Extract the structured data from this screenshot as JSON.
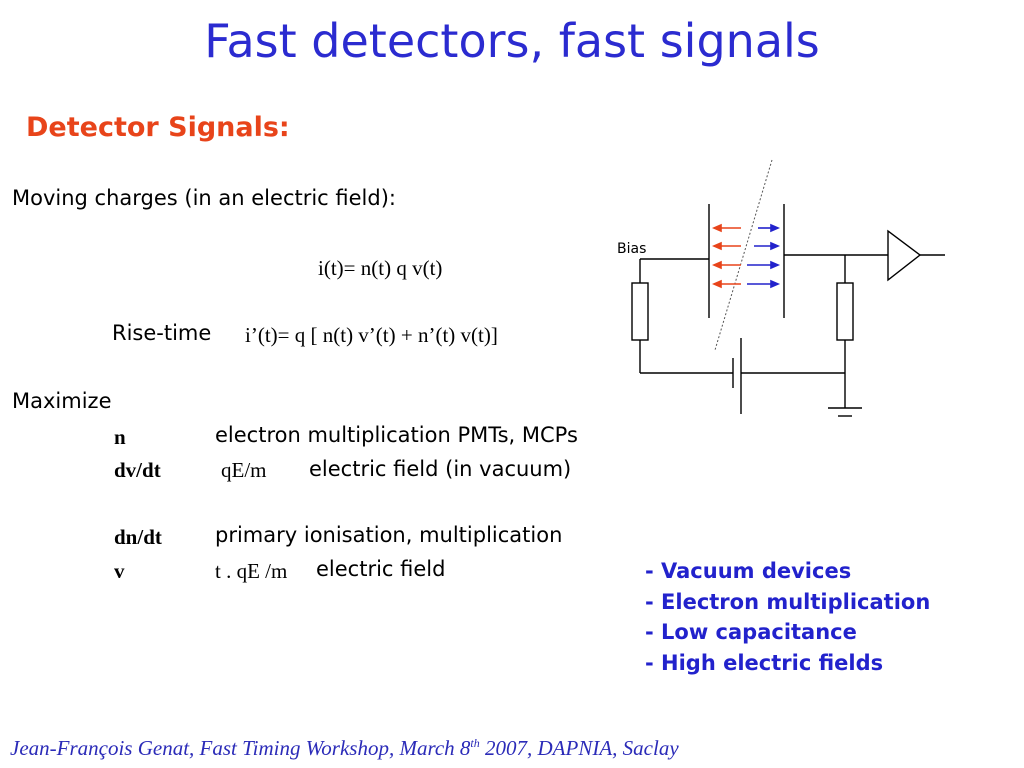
{
  "slide": {
    "title": "Fast detectors, fast signals",
    "subtitle": "Detector Signals:",
    "intro": "Moving charges (in an electric field):",
    "equation1": "i(t)= n(t) q v(t)",
    "rise_time_label": "Rise-time",
    "equation2": "i’(t)= q [ n(t) v’(t)  +   n’(t) v(t)]",
    "maximize_label": "Maximize",
    "rows": [
      {
        "term": "n",
        "formula": "",
        "desc": "electron multiplication    PMTs, MCPs"
      },
      {
        "term": "dv/dt",
        "formula": "qE/m",
        "desc": "electric field (in vacuum)"
      },
      {
        "term": "dn/dt",
        "formula": "",
        "desc": "primary ionisation, multiplication"
      },
      {
        "term": "v",
        "formula": "t . qE /m",
        "desc": "electric field"
      }
    ],
    "bullets": [
      "- Vacuum devices",
      "- Electron multiplication",
      "- Low capacitance",
      "- High electric fields"
    ],
    "footer": {
      "text": "Jean-François  Genat,   Fast Timing Workshop, March 8",
      "superscript": "th",
      "text_after": " 2007, DAPNIA, Saclay"
    }
  },
  "diagram": {
    "bias_label": "Bias",
    "colors": {
      "red_arrow": "#e8441a",
      "blue_arrow": "#2222cc",
      "line": "#000000"
    }
  }
}
